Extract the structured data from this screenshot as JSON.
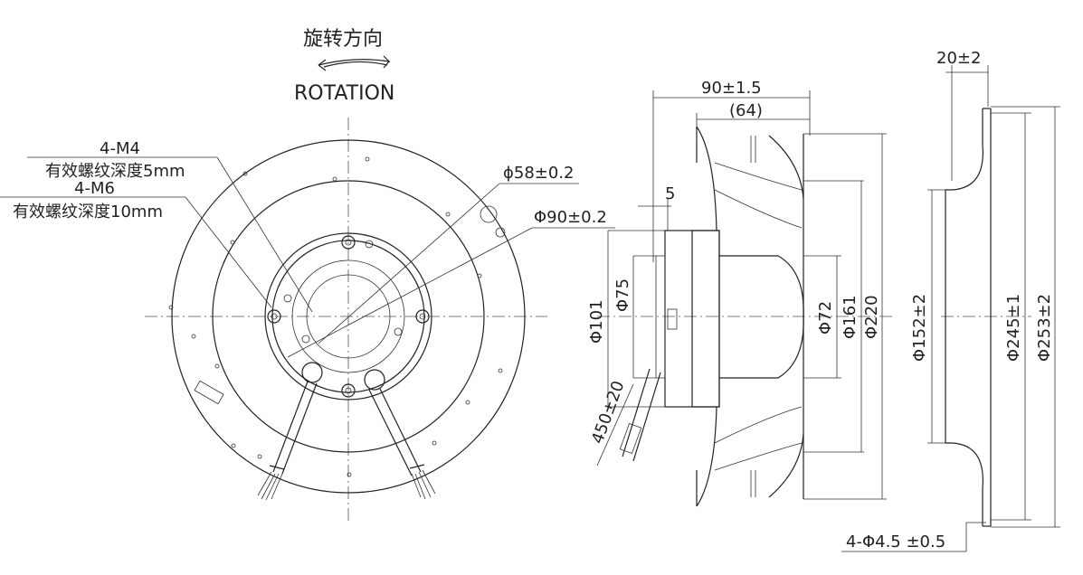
{
  "rotation": {
    "title_cn": "旋转方向",
    "title_en": "ROTATION"
  },
  "front": {
    "note_m4": "4-M4",
    "note_m4_depth": "有效螺纹深度5mm",
    "note_m6": "4-M6",
    "note_m6_depth": "有效螺纹深度10mm",
    "dim_58": "ϕ58±0.2",
    "dim_90": "Φ90±0.2"
  },
  "side": {
    "dim_90_15": "90±1.5",
    "dim_64": "(64)",
    "dim_5": "5",
    "dim_75": "Φ75",
    "dim_101": "Φ101",
    "dim_72": "Φ72",
    "dim_161": "Φ161",
    "dim_220": "Φ220",
    "cable": "450±20"
  },
  "ring": {
    "dim_20": "20±2",
    "dim_152": "Φ152±2",
    "dim_245": "Φ245±1",
    "dim_253": "Φ253±2",
    "holes": "4-Φ4.5 ±0.5"
  }
}
